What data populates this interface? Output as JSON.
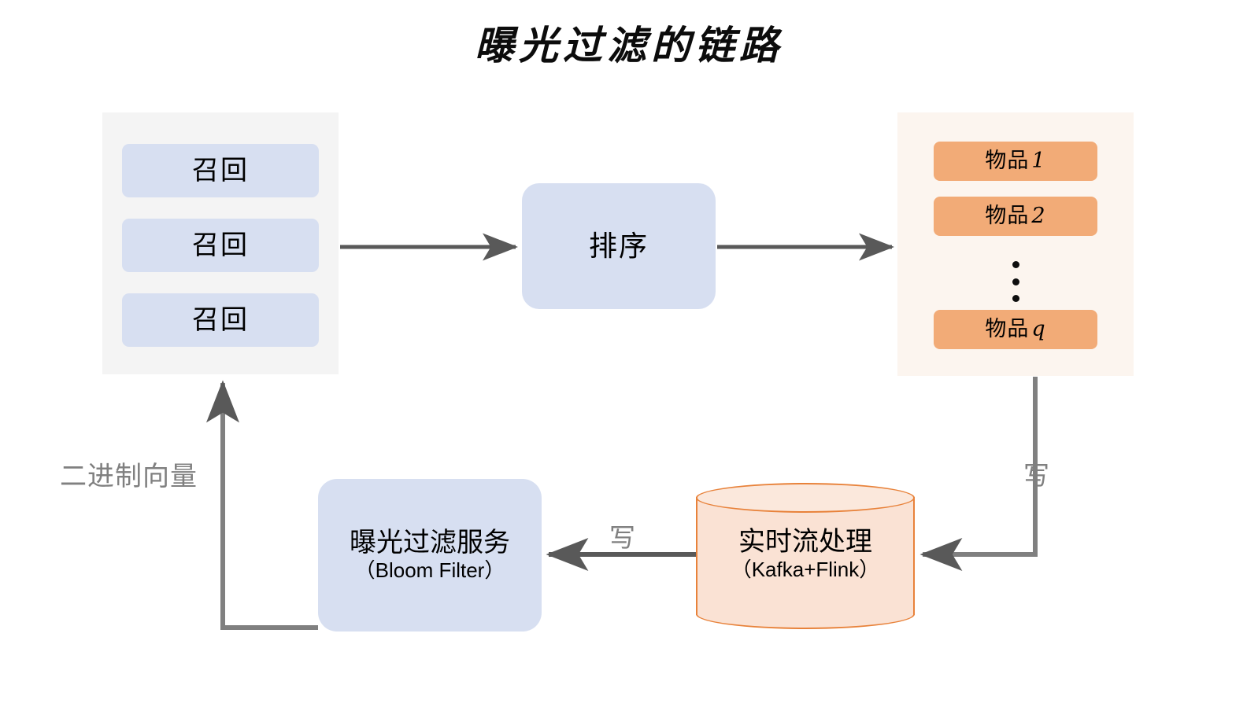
{
  "title": "曝光过滤的链路",
  "recall_group": {
    "name": "recall-group",
    "boxes": [
      {
        "label": "召回"
      },
      {
        "label": "召回"
      },
      {
        "label": "召回"
      }
    ]
  },
  "rank": {
    "label": "排序"
  },
  "items_group": {
    "name": "items-group",
    "boxes": [
      {
        "label": "物品",
        "index": "1"
      },
      {
        "label": "物品",
        "index": "2"
      },
      {
        "label": "物品",
        "index": "q"
      }
    ],
    "ellipsis": "⋮"
  },
  "service": {
    "line1": "曝光过滤服务",
    "line2": "（Bloom Filter）"
  },
  "stream": {
    "line1": "实时流处理",
    "line2": "（Kafka+Flink）"
  },
  "edges": {
    "recall_to_rank": "",
    "rank_to_items": "",
    "items_to_stream": "写",
    "stream_to_service": "写",
    "service_to_recall": "二进制向量"
  },
  "colors": {
    "blue_node": "#d7dff1",
    "orange_node": "#f2ab77",
    "recall_group_bg": "#f4f4f4",
    "items_group_bg": "#fcf5ef",
    "cylinder_stroke": "#e8823a",
    "cylinder_fill": "#fae2d4",
    "arrow": "#595959",
    "edge_label_text": "#808080",
    "title_text": "#0c0c0c"
  }
}
